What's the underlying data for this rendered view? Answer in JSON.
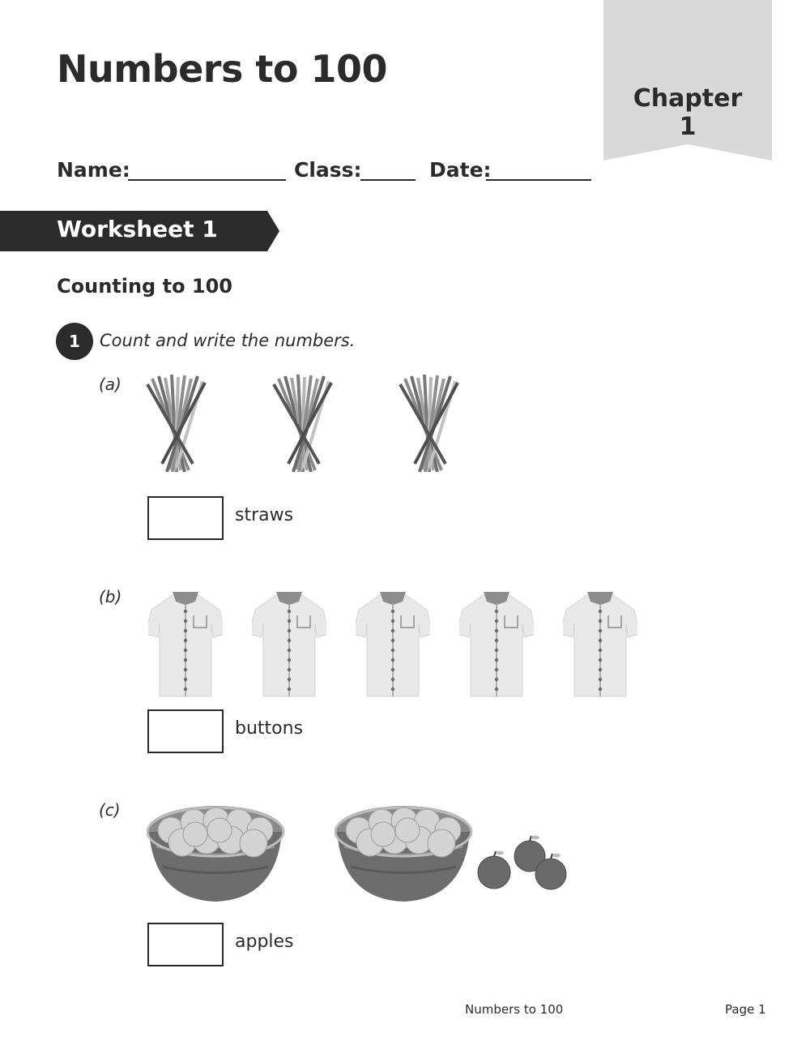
{
  "header": {
    "title": "Numbers to 100",
    "chapter_label": "Chapter",
    "chapter_number": "1"
  },
  "fields": {
    "name_label": "Name:",
    "class_label": "Class:",
    "date_label": "Date:"
  },
  "worksheet": {
    "label": "Worksheet 1",
    "section_title": "Counting to 100"
  },
  "question": {
    "number": "1",
    "instruction": "Count and write the numbers.",
    "parts": [
      {
        "label": "(a)",
        "unit": "straws",
        "illustration": "straw-bundle-icon"
      },
      {
        "label": "(b)",
        "unit": "buttons",
        "illustration": "shirt-icon"
      },
      {
        "label": "(c)",
        "unit": "apples",
        "illustration": "apple-bowl-icon"
      }
    ]
  },
  "footer": {
    "chapter_title": "Numbers to 100",
    "page": "Page 1"
  }
}
